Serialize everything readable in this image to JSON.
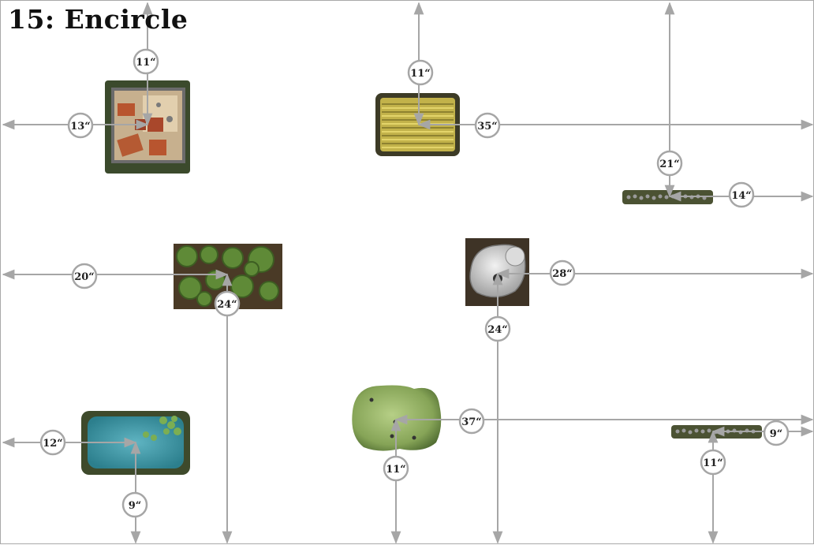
{
  "title": "15: Encircle",
  "colors": {
    "line": "#a6a6a6",
    "circle_fill": "#ffffff",
    "circle_stroke": "#a6a6a6"
  },
  "terrain": [
    {
      "name": "village",
      "icon": "village-tile"
    },
    {
      "name": "wheat-field",
      "icon": "wheat-field-tile"
    },
    {
      "name": "stone-wall-upper",
      "icon": "wall-tile"
    },
    {
      "name": "forest",
      "icon": "forest-tile"
    },
    {
      "name": "rocky-outcrop",
      "icon": "rock-tile"
    },
    {
      "name": "pond",
      "icon": "pond-tile"
    },
    {
      "name": "hill",
      "icon": "hill-tile"
    },
    {
      "name": "stone-wall-lower",
      "icon": "wall-tile"
    }
  ],
  "measurements": [
    {
      "terrain": "village",
      "direction": "up",
      "label": "11“"
    },
    {
      "terrain": "village",
      "direction": "left",
      "label": "13“"
    },
    {
      "terrain": "wheat-field",
      "direction": "up",
      "label": "11“"
    },
    {
      "terrain": "wheat-field",
      "direction": "right",
      "label": "35“"
    },
    {
      "terrain": "stone-wall-upper",
      "direction": "up",
      "label": "21“"
    },
    {
      "terrain": "stone-wall-upper",
      "direction": "right",
      "label": "14“"
    },
    {
      "terrain": "forest",
      "direction": "left",
      "label": "20“"
    },
    {
      "terrain": "forest",
      "direction": "down",
      "label": "24“"
    },
    {
      "terrain": "rocky-outcrop",
      "direction": "right",
      "label": "28“"
    },
    {
      "terrain": "rocky-outcrop",
      "direction": "down",
      "label": "24“"
    },
    {
      "terrain": "pond",
      "direction": "left",
      "label": "12“"
    },
    {
      "terrain": "pond",
      "direction": "down",
      "label": "9“"
    },
    {
      "terrain": "hill",
      "direction": "right",
      "label": "37“"
    },
    {
      "terrain": "hill",
      "direction": "down",
      "label": "11“"
    },
    {
      "terrain": "stone-wall-lower",
      "direction": "right",
      "label": "9“"
    },
    {
      "terrain": "stone-wall-lower",
      "direction": "down",
      "label": "11“"
    }
  ]
}
